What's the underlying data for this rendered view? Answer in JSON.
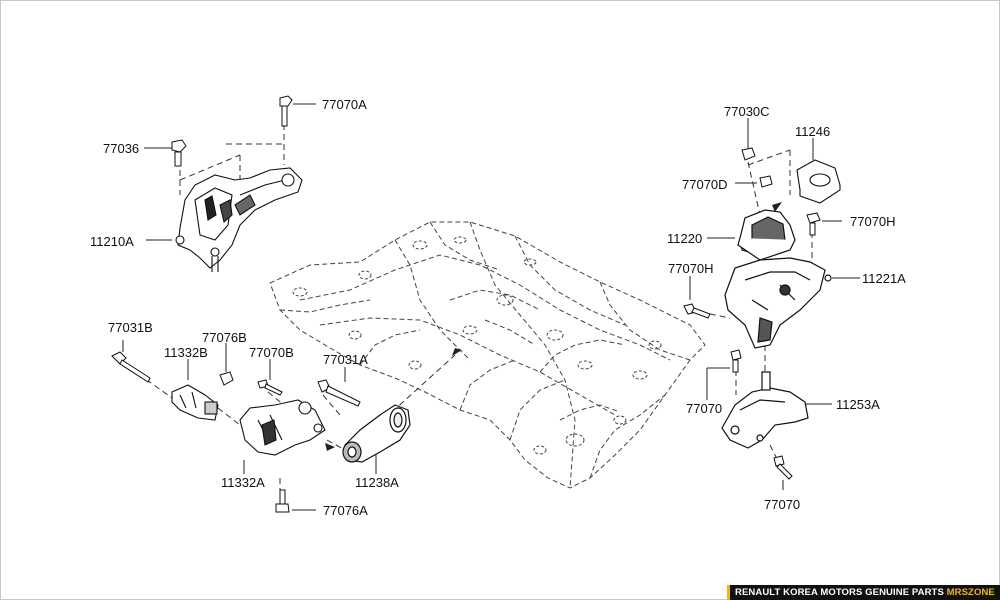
{
  "labels": {
    "p77070A": "77070A",
    "p77036": "77036",
    "p11210A": "11210A",
    "p77031B": "77031B",
    "p77076B": "77076B",
    "p11332B": "11332B",
    "p77070B": "77070B",
    "p77031A": "77031A",
    "p11332A": "11332A",
    "p11238A": "11238A",
    "p77076A": "77076A",
    "p77030C": "77030C",
    "p11246": "11246",
    "p77070D": "77070D",
    "p77070H_top": "77070H",
    "p11220": "11220",
    "p77070H_left": "77070H",
    "p11221A": "11221A",
    "p77070_left": "77070",
    "p11253A": "11253A",
    "p77070_bottom": "77070"
  },
  "footer": {
    "text": "RENAULT KOREA MOTORS GENUINE PARTS ",
    "accent": "MRSZONE"
  },
  "colors": {
    "line": "#222222",
    "footer_bg": "#111111",
    "accent": "#f5b800"
  }
}
